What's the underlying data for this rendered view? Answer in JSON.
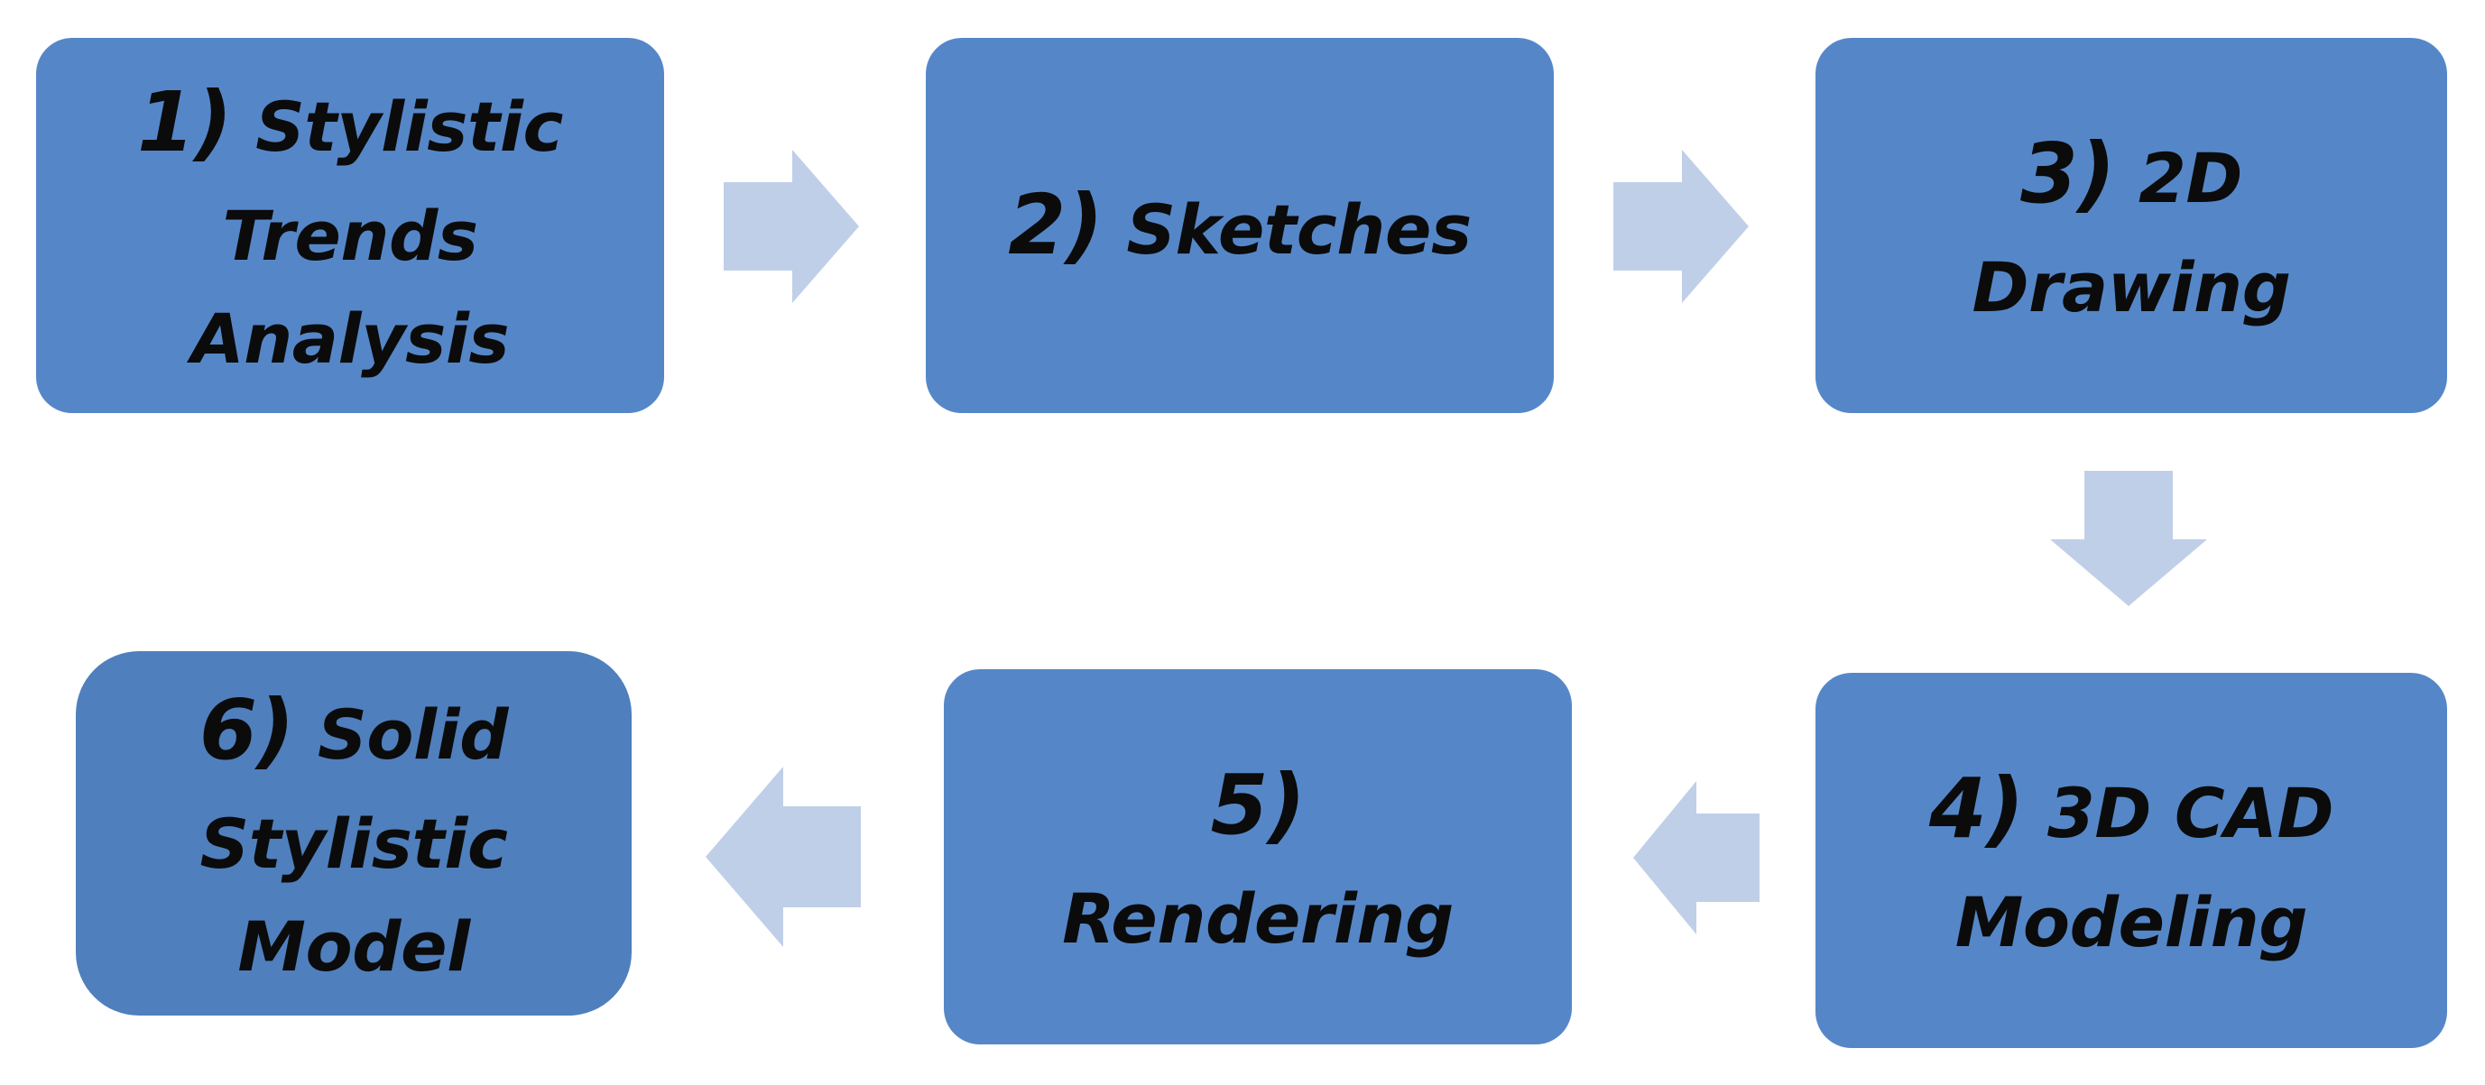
{
  "diagram": {
    "steps": [
      {
        "number": "1)",
        "label": "Stylistic\nTrends\nAnalysis"
      },
      {
        "number": "2)",
        "label": "Sketches"
      },
      {
        "number": "3)",
        "label": "2D\nDrawing"
      },
      {
        "number": "4)",
        "label": "3D CAD\nModeling"
      },
      {
        "number": "5)",
        "label": "\nRendering"
      },
      {
        "number": "6)",
        "label": "Solid\nStylistic\nModel"
      }
    ],
    "colors": {
      "box": "#5587c8",
      "box_final": "#4f7fbd",
      "arrow": "#c0cfe8",
      "text": "#0b0b0b"
    },
    "flow": [
      "1)",
      "2)",
      "3)",
      "4)",
      "5)",
      "6)"
    ],
    "arrow_icons": [
      "arrow-right-icon",
      "arrow-right-icon",
      "arrow-down-icon",
      "arrow-left-icon",
      "arrow-left-icon"
    ]
  }
}
